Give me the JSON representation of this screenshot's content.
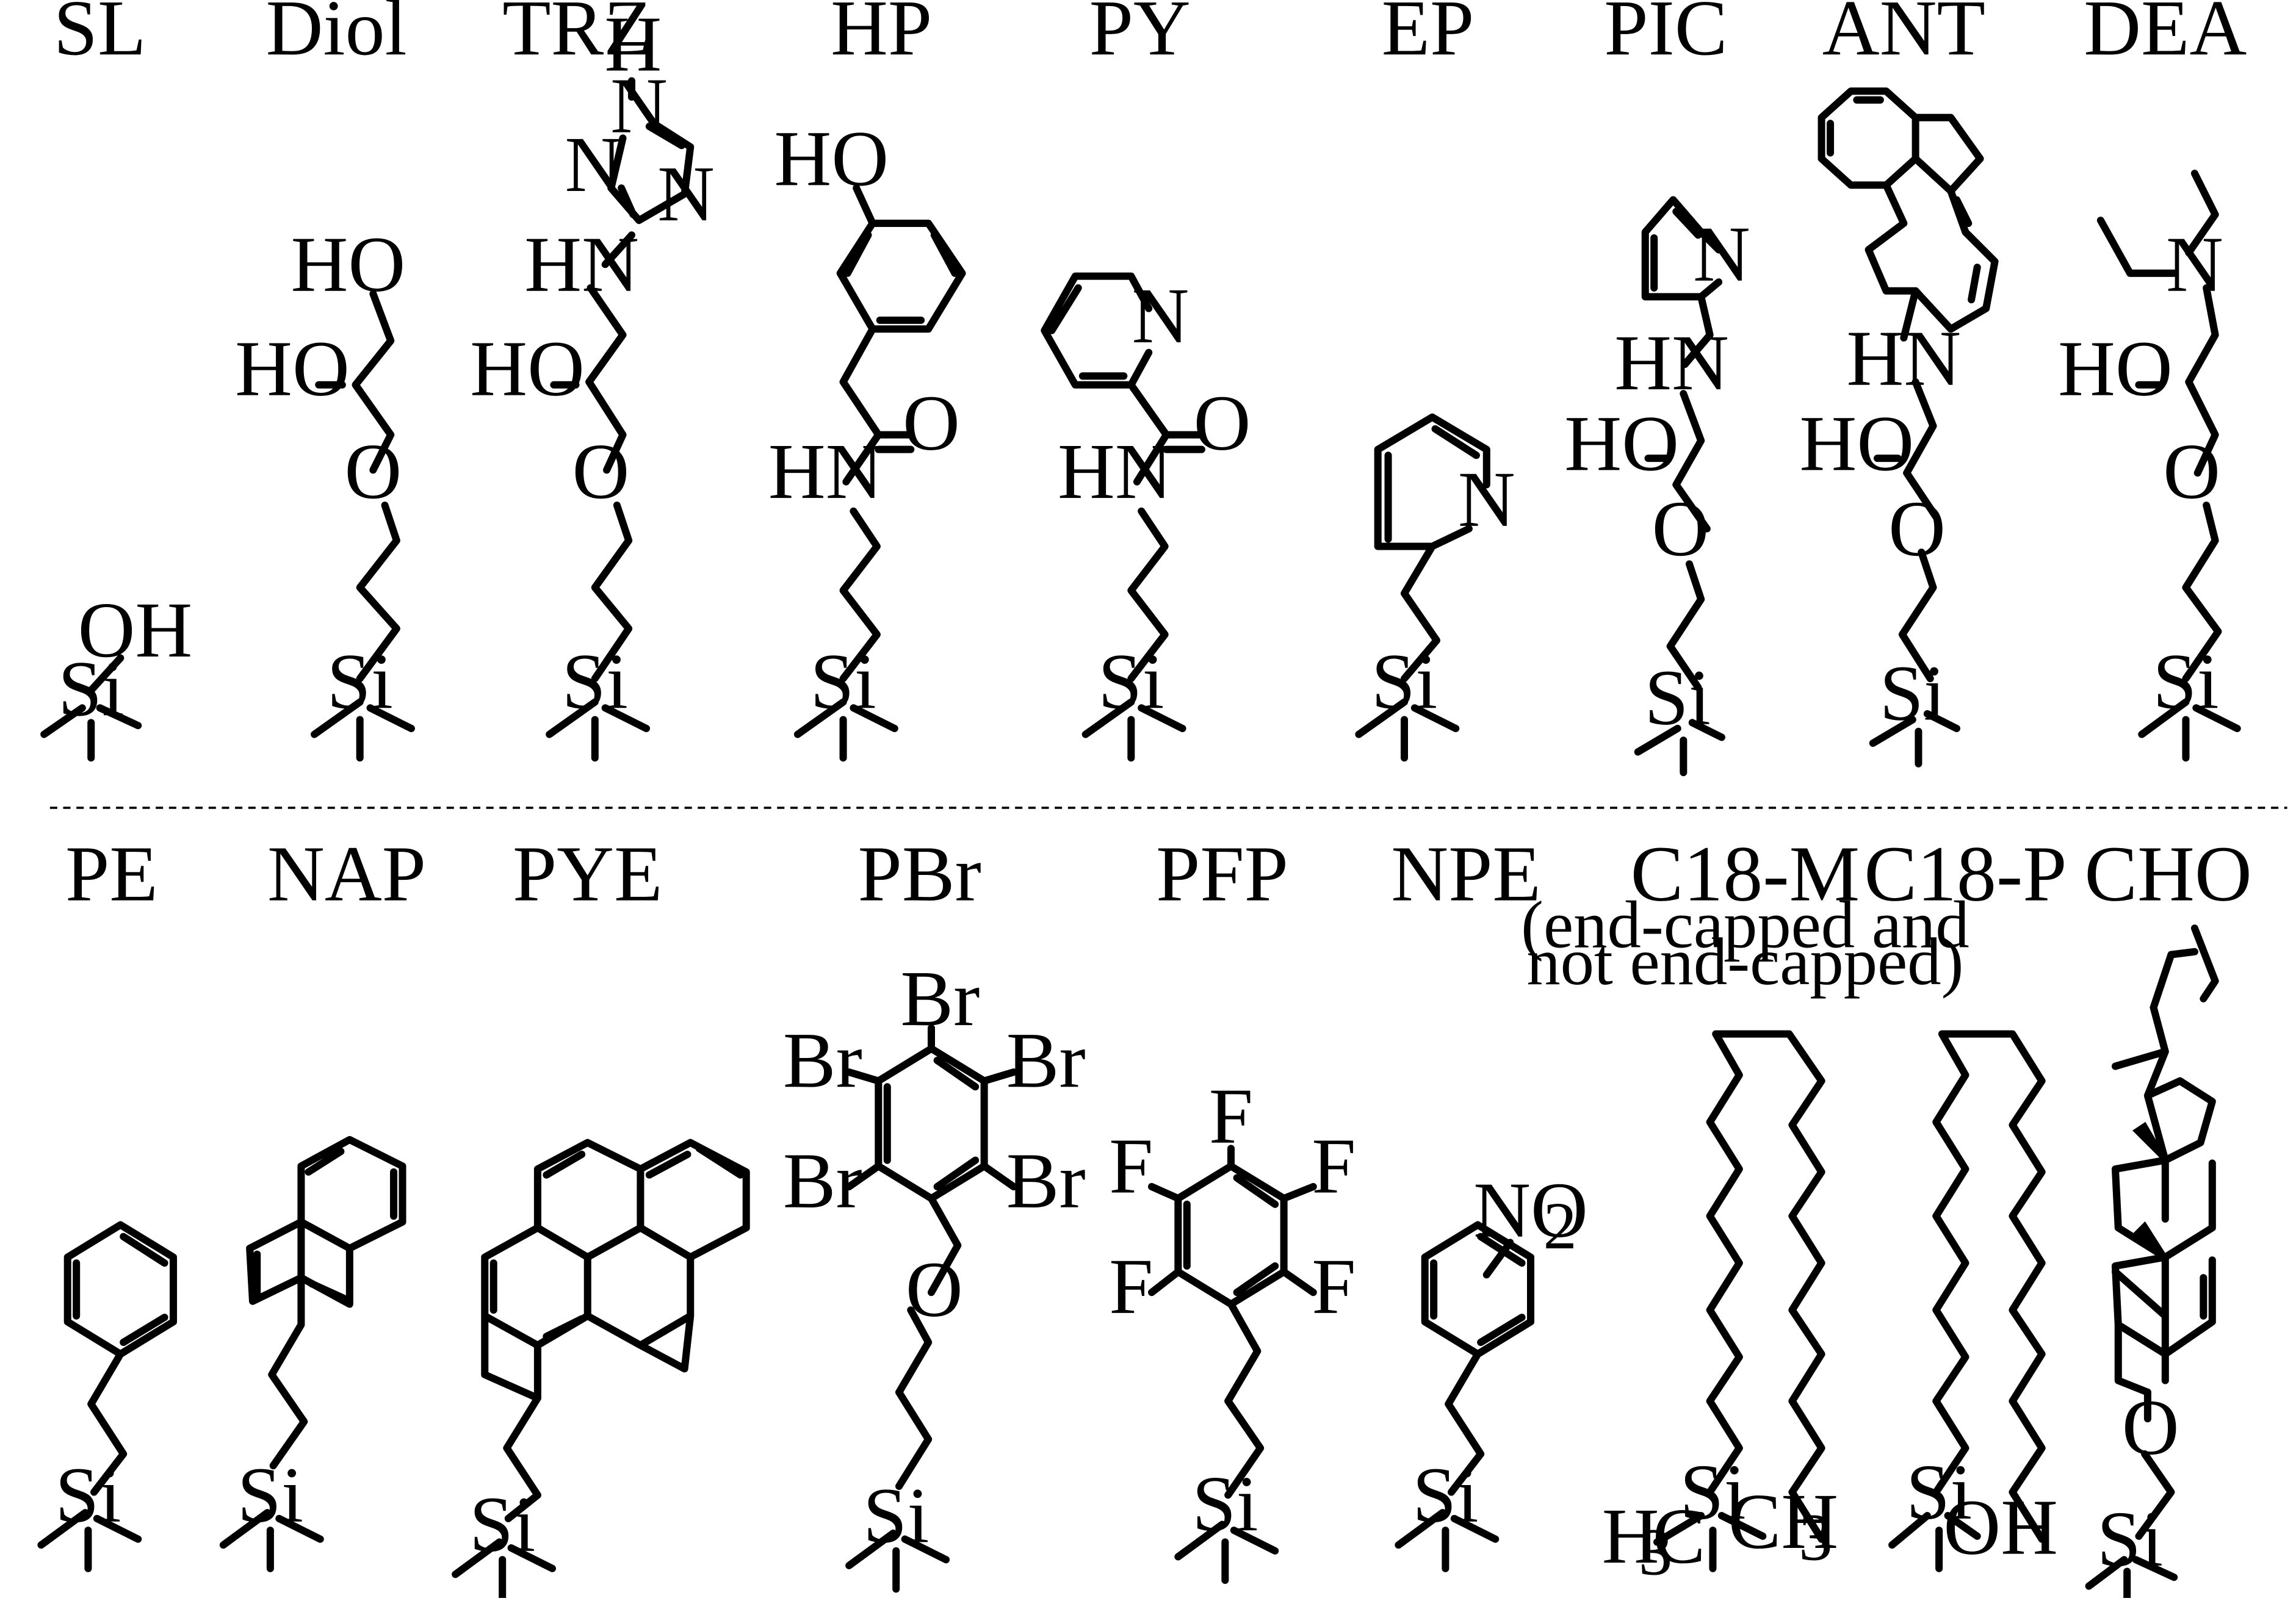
{
  "top_row": [
    {
      "title": "SL",
      "atoms": [
        "OH",
        "Si"
      ]
    },
    {
      "title": "Diol",
      "atoms": [
        "HO",
        "HO",
        "O",
        "Si"
      ]
    },
    {
      "title": "TRZ",
      "atoms": [
        "H",
        "N",
        "N",
        "N",
        "HN",
        "HO",
        "O",
        "Si"
      ]
    },
    {
      "title": "HP",
      "atoms": [
        "HO",
        "O",
        "HN",
        "Si"
      ]
    },
    {
      "title": "PY",
      "atoms": [
        "N",
        "O",
        "HN",
        "Si"
      ]
    },
    {
      "title": "EP",
      "atoms": [
        "N",
        "Si"
      ]
    },
    {
      "title": "PIC",
      "atoms": [
        "N",
        "HN",
        "HO",
        "O",
        "Si"
      ]
    },
    {
      "title": "ANT",
      "atoms": [
        "HN",
        "HO",
        "O",
        "Si"
      ]
    },
    {
      "title": "DEA",
      "atoms": [
        "N",
        "HO",
        "O",
        "Si"
      ]
    }
  ],
  "bottom_row": [
    {
      "title": "PE",
      "atoms": [
        "Si"
      ]
    },
    {
      "title": "NAP",
      "atoms": [
        "Si"
      ]
    },
    {
      "title": "PYE",
      "atoms": [
        "Si"
      ]
    },
    {
      "title": "PBr",
      "atoms": [
        "Br",
        "Br",
        "Br",
        "Br",
        "Br",
        "O",
        "Si"
      ]
    },
    {
      "title": "PFP",
      "atoms": [
        "F",
        "F",
        "F",
        "F",
        "F",
        "Si"
      ]
    },
    {
      "title": "NPE",
      "atoms": [
        "NO",
        "2",
        "Si"
      ]
    },
    {
      "title": "C18-M",
      "note": [
        "(end-capped and",
        "not end-capped)"
      ],
      "atoms": [
        "Si",
        "H",
        "3",
        "C",
        "CH",
        "3"
      ]
    },
    {
      "title": "C18-P",
      "atoms": [
        "Si",
        "OH"
      ]
    },
    {
      "title": "CHO",
      "atoms": [
        "O",
        "Si"
      ]
    }
  ]
}
